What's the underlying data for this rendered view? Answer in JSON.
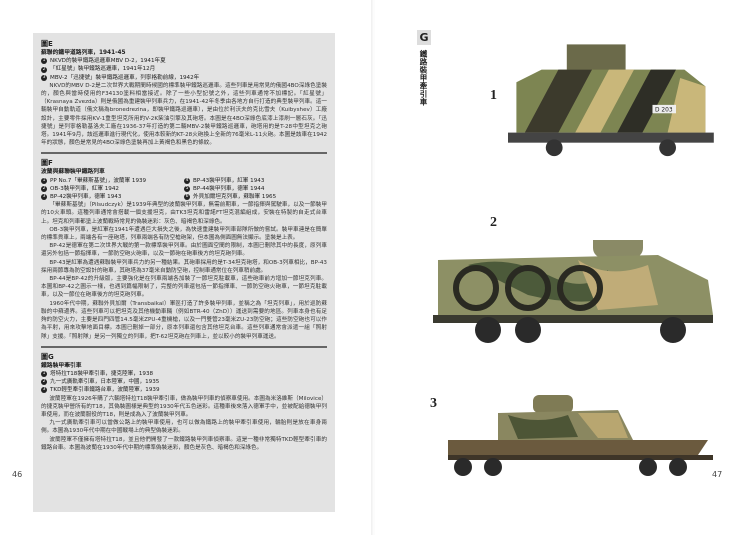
{
  "left_page": {
    "page_number": "46",
    "sections": [
      {
        "header": "圖E",
        "title": "蘇聯的鐵甲道路列車，1941-45",
        "items": [
          "NKVD的裝甲鐵路巡邏車MBV D-2，1941年夏",
          "「紅星號」裝甲鐵路巡邏車，1941年12月",
          "MBV-2「迅捷號」裝甲鐵路巡邏車，列寧格勒前線，1942年"
        ],
        "paragraphs": [
          "NKVD的MBV D-2是二次世界大戰期間時候國的標準裝甲鐵路巡邏車。這些列車是用常見的俄國4BO深綠色塗裝的，顏色與當時使用的F34130塗料相當接近。除了一些小型記號之外，這些列車通常不加標記。「紅星號」（Krasnaya Zvezda）則是俄國為重建裝甲列車兵力，在1941-42年冬季由各地方自行打造的典型裝甲列車。這一輛裝甲自動軌道（俄文稱為bronedrezina，即裝甲鐵路巡邏車），是由位於利沃夫的克比雪夫（Kuibyshev）工廠設計，主要零件採用KV-1重型坦克所用的V-2K柴油引擎及其砲塔。本圖是在4BO深綠色底漆上漆刷一層石灰。「迅捷號」是列寧格勒基洛夫工廠在1936-37年打造的第二輛MBV-2裝甲鐵路巡邏車，砲塔用的是T-28中型坦克之砲塔。1941年9月，該巡邏車進行現代化，使用本較新的KT-28火砲換上全新的76毫米L-11火砲。本圖是該車在1942年的狀態，顏色是常見的4BO深綠色塗裝再加上黃褐色和黑色的條紋。"
        ]
      },
      {
        "header": "圖F",
        "title": "波蘭與蘇聯裝甲鐵路列車",
        "items": [
          "PP No.7「畢蘇斯基號」，波蘭軍 1939",
          "OB-3裝甲列車，紅軍 1942",
          "BP-42裝甲列車，德軍 1943",
          "BP-43裝甲列車，紅軍 1943",
          "BP-44裝甲列車，德軍 1944",
          "外貝加爾坦克列車，蘇聯軍 1965"
        ],
        "paragraphs": [
          "「畢蘇斯基號」（Pilsudczyk）是1939年典型的波蘭裝甲列車，無需前期車，一節指揮與駕駛車，以及一節裝甲的10火車頭。這種列車通常會搭載一個支援坦克，由TK3坦克和雷諾FT坦克混編組成，安裝在特製的自走式台車上。坦克和列車都塗上波蘭戰時常見的偽裝迷彩：灰色、暗褐色和深綠色。",
          "OB-3裝甲列車，是紅軍在1941年遭遇巨大損失之後，為快速重建裝甲列車部隊所做的嘗試。裝甲車連是在簡單的標準貨車上，兩端各有一座砲塔，列車兩端各有防空槍砲架，但本圖為側面圖無法顯示。塗裝是上表。",
          "BP-42是德軍在第二次世界大戰的第一款標準裝甲列車。由於圖面空間的限制，本圖已刪除其中的長度，原列車還另外包括一節指揮車，一節防空砲火砲車，以及一節砲在砲車後方的坦克砲列車。",
          "BP-43是紅軍為遭遇蘇聯裝甲列車兵力的另一種結果。其砲車採用的是T-34坦克砲塔，和OB-3列車相比，BP-43採用兩節專為防空設計的砲車，其砲塔為37毫米自動防空砲，控制車通常位在列車稍前處。",
          "BP-44是BP-42的升級版，主要強化是在列車兩端各加裝了一節坦克駐載車，這些砲車前方增加一節坦克列車。本圖和BP-42之圖示一樣，也遇到篇幅限制了，完整的列車還包括一節指揮車、一節防空砲火砲車，一節坦克駐載車，以及一節位在砲車後方的坦克砲列車。",
          "1960年代中期，蘇聯外貝加爾（Transbaikal）軍區打造了許多裝甲列車，並稱之為「坦克列車」，用於巡防蘇聯的中蘇邊界。這些列車可以把坦克及其他機動車輛（例如BTR-40（ZhD））運送到需要的地區。列車本身也有足夠的防空火力，主要是四門四管14.5毫米ZPU-4重機槍，以及一門雙管23毫米ZU-23防空砲；這些防空砲也可以作為平射，用來攻擊地面目標。本圖已刪掉一部分，原本列車還包含其他坦克台車。這些列車通常會派遣一組「照射隊」支援。「照射隊」是另一列獨立的列車，把T-62坦克砲在列車上，並以較小的裝甲列車運送。"
        ]
      },
      {
        "header": "圖G",
        "title": "鐵路裝甲牽引車",
        "items": [
          "塔特拉T18裝甲牽引車，捷克陸軍，1938",
          "九一式廣軌牽引車，日本陸軍，中國，1935",
          "TKD輕型牽引車鐵路台車，波蘭陸軍，1939"
        ],
        "paragraphs": [
          "波蘭陸軍在1926年購了六輛塔特拉T18裝甲牽引車，做為裝甲列車的偵察車使用。本圖為米洛維斯（Milovice）的捷克裝甲營所有的T18，其偽裝圖樣是典型的1930年代五色迷彩。這種車後來落入德軍手中，並被配給德裝甲列車使用，而在波蘭服役的T18，則是成為入了波蘭裝甲列車。",
          "九一式廣軌牽引車可以當做公路上的裝甲車使用，也可以做為鐵路上的裝甲牽引車使用，輪胎則是放在車身兩側。本圖為1930年代中期在中國戰場上的典型偽裝迷彩。",
          "波蘭陸軍不僅擁有塔特拉T18，並且他們開發了一款鐵路裝甲列車偵察車。這是一種非常獨特TKD輕型牽引車的鐵路台車。本圖為波蘭在1930年代中期的標準偽裝迷彩，顏色是灰色、暗褐色和深綠色。"
        ]
      }
    ]
  },
  "right_page": {
    "page_number": "47",
    "plate_letter": "G",
    "plate_title": "鐵路裝甲牽引車",
    "figure_labels": [
      "1",
      "2",
      "3"
    ],
    "vehicle_marking": "D 203"
  }
}
